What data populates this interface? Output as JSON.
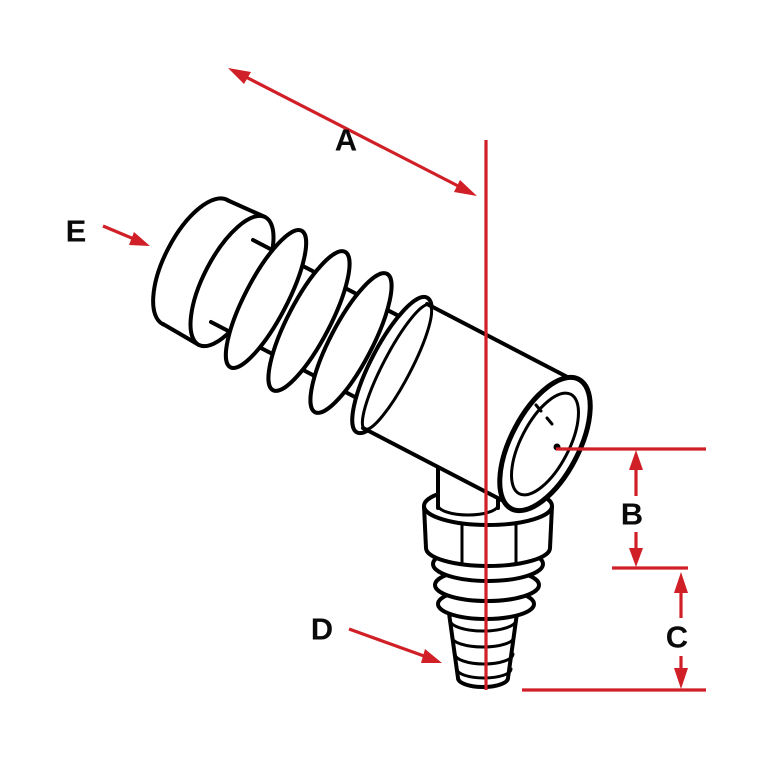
{
  "figure": {
    "type": "technical-line-drawing",
    "subject": "hose barb elbow fitting with dimension callouts",
    "background_color": "#ffffff",
    "line_art_color": "#000000",
    "dimension_color": "#d01f26",
    "labels": {
      "A": "A",
      "B": "B",
      "C": "C",
      "D": "D",
      "E": "E"
    }
  }
}
